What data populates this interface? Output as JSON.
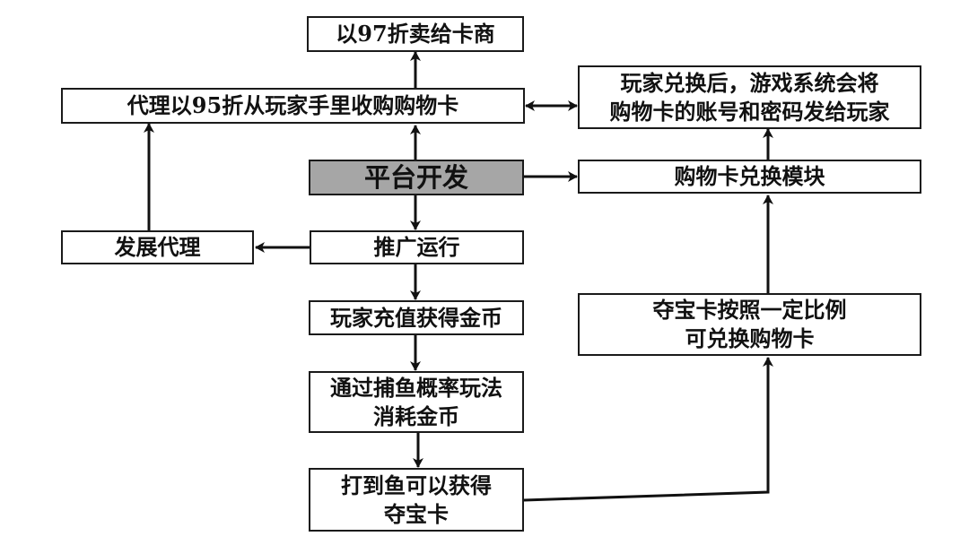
{
  "nodes": {
    "sell": "以97折卖给卡商",
    "agent_buy": "代理以95折从玩家手里收购购物卡",
    "platform": "平台开发",
    "promote": "推广运行",
    "develop_agent": "发展代理",
    "recharge": "玩家充值获得金币",
    "consume": "通过捕鱼概率玩法\n消耗金币",
    "treasure_get": "打到鱼可以获得\n夺宝卡",
    "treasure_exchange": "夺宝卡按照一定比例\n可兑换购物卡",
    "exchange_module": "购物卡兑换模块",
    "exchange_after": "玩家兑换后，游戏系统会将\n购物卡的账号和密码发给玩家"
  },
  "colors": {
    "border": "#1a1a1a",
    "core_fill": "#a6a6a6",
    "arrow": "#111111"
  }
}
